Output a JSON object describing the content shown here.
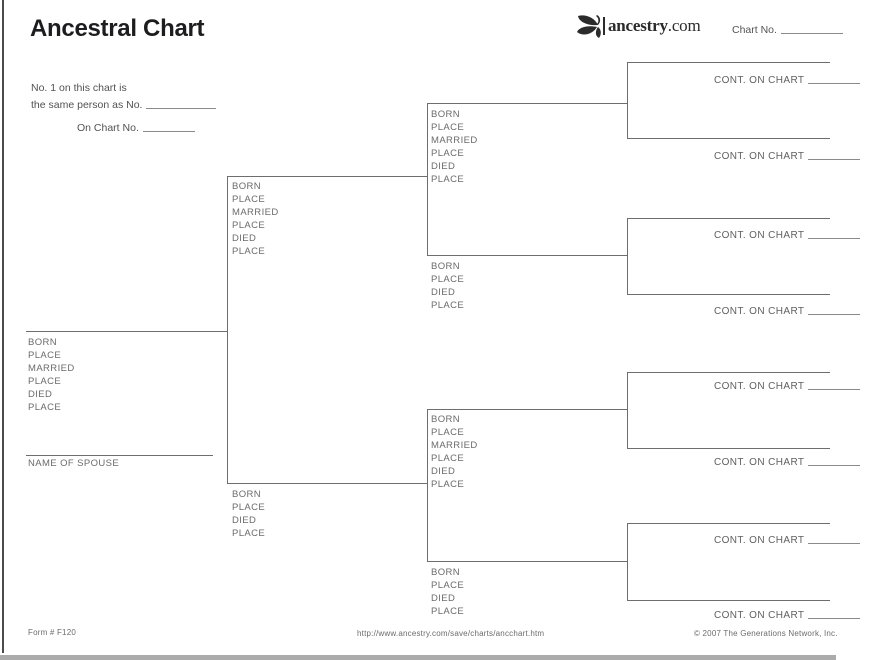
{
  "page": {
    "title": "Ancestral Chart"
  },
  "logo": {
    "brand": "ancestry",
    "tld": ".com",
    "icon": "ancestry-leaf-icon"
  },
  "header": {
    "chart_no_label": "Chart No.",
    "note_line1": "No. 1 on this chart is",
    "note_line2": "the same person as No.",
    "note_line3": "On Chart No."
  },
  "fields": {
    "full": [
      "BORN",
      "PLACE",
      "MARRIED",
      "PLACE",
      "DIED",
      "PLACE"
    ],
    "short": [
      "BORN",
      "PLACE",
      "DIED",
      "PLACE"
    ]
  },
  "spouse_label": "NAME OF SPOUSE",
  "cont_label": "CONT. ON CHART",
  "footer": {
    "form_number": "Form # F120",
    "url": "http://www.ancestry.com/save/charts/ancchart.htm",
    "copyright": "© 2007 The Generations Network, Inc."
  },
  "colors": {
    "line": "#6e6e6e",
    "field_label": "#6b6b6b",
    "note_text": "#525252",
    "title_text": "#1d1d1f",
    "footer_text": "#6b6b6b",
    "logo_text": "#2b2b2b"
  }
}
